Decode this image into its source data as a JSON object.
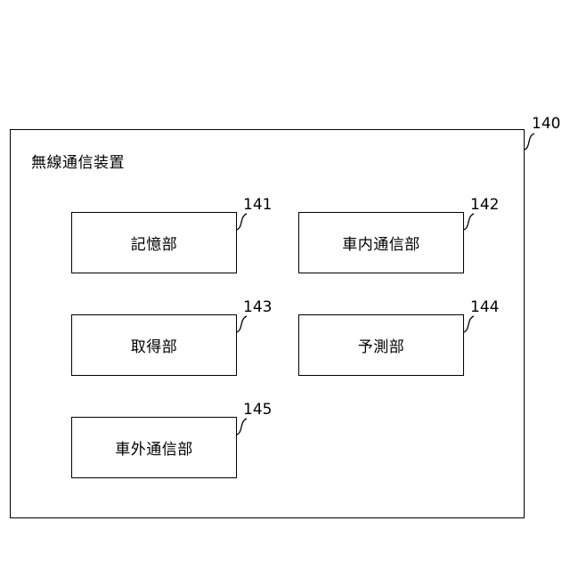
{
  "device": {
    "title": "無線通信装置",
    "ref": "140"
  },
  "blocks": [
    {
      "label": "記憶部",
      "ref": "141"
    },
    {
      "label": "車内通信部",
      "ref": "142"
    },
    {
      "label": "取得部",
      "ref": "143"
    },
    {
      "label": "予測部",
      "ref": "144"
    },
    {
      "label": "車外通信部",
      "ref": "145"
    }
  ]
}
